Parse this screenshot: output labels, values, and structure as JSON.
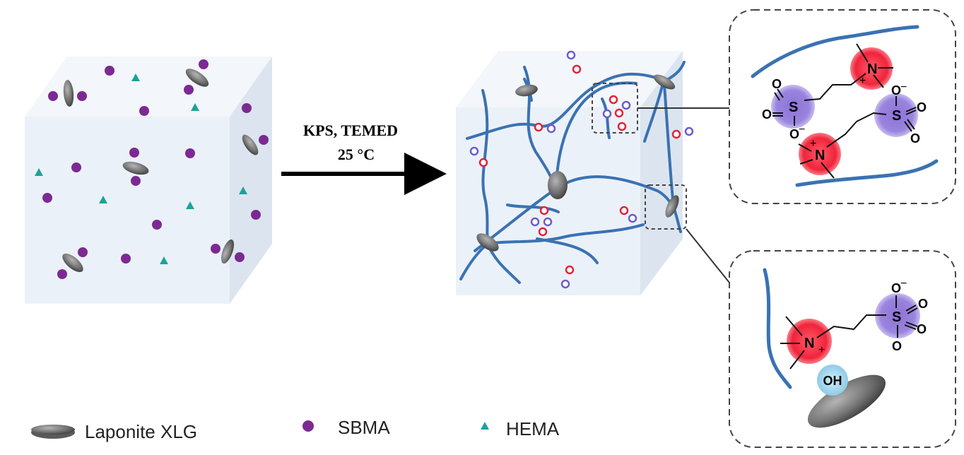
{
  "arrow": {
    "reagents": "KPS, TEMED",
    "temperature": "25 °C"
  },
  "legend": {
    "laponite": "Laponite XLG",
    "sbma": "SBMA",
    "hema": "HEMA"
  },
  "chemistry": {
    "nitrogen": "N",
    "sulfur": "S",
    "oxygen": "O",
    "hydroxyl": "OH",
    "plus": "+",
    "minus": "−"
  },
  "colors": {
    "cube_face": "#eef3f9",
    "cube_side": "#dde6f0",
    "cube_top": "#f4f7fb",
    "polymer": "#3a72b3",
    "sbma": "#7b2a92",
    "hema": "#1ba39a",
    "laponite": "#6e6e6e",
    "cation": "#f0243a",
    "anion": "#9a82dc",
    "hydroxyl_bubble": "#a8d8ee"
  }
}
